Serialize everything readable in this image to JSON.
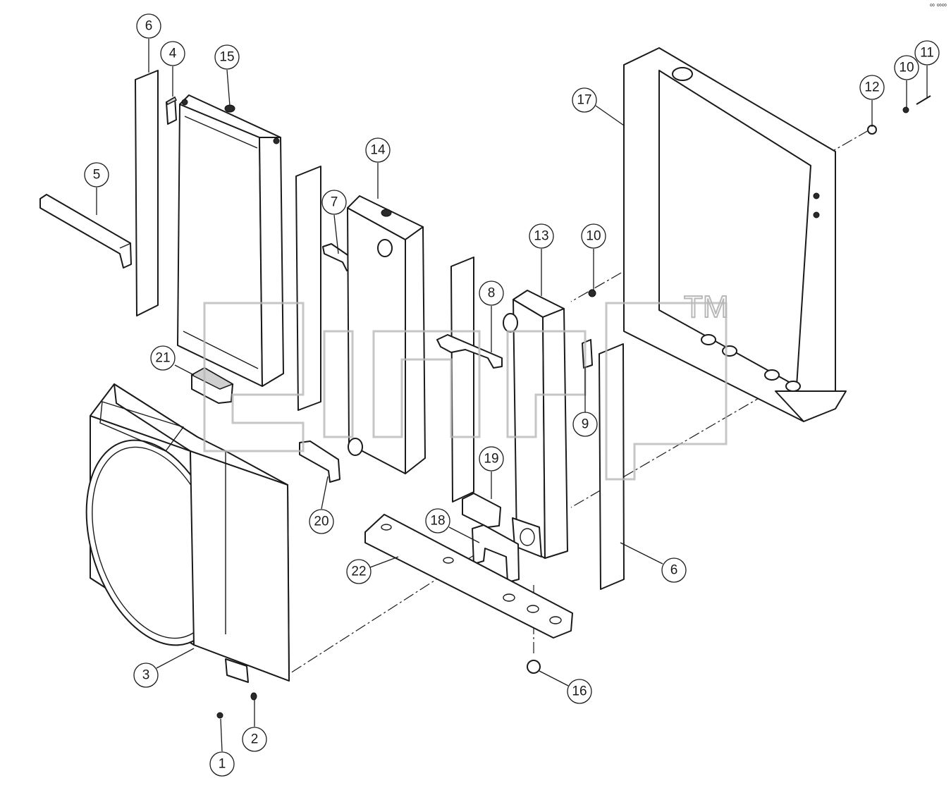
{
  "diagram": {
    "callouts": [
      {
        "id": "c6a",
        "label": "6"
      },
      {
        "id": "c4",
        "label": "4"
      },
      {
        "id": "c15",
        "label": "15"
      },
      {
        "id": "c5",
        "label": "5"
      },
      {
        "id": "c14",
        "label": "14"
      },
      {
        "id": "c7",
        "label": "7"
      },
      {
        "id": "c13",
        "label": "13"
      },
      {
        "id": "c10a",
        "label": "10"
      },
      {
        "id": "c17",
        "label": "17"
      },
      {
        "id": "c12",
        "label": "12"
      },
      {
        "id": "c10b",
        "label": "10"
      },
      {
        "id": "c11",
        "label": "11"
      },
      {
        "id": "c8",
        "label": "8"
      },
      {
        "id": "c9",
        "label": "9"
      },
      {
        "id": "c21",
        "label": "21"
      },
      {
        "id": "c20",
        "label": "20"
      },
      {
        "id": "c19",
        "label": "19"
      },
      {
        "id": "c18",
        "label": "18"
      },
      {
        "id": "c22",
        "label": "22"
      },
      {
        "id": "c6b",
        "label": "6"
      },
      {
        "id": "c3",
        "label": "3"
      },
      {
        "id": "c16",
        "label": "16"
      },
      {
        "id": "c2",
        "label": "2"
      },
      {
        "id": "c1",
        "label": "1"
      }
    ],
    "watermark": {
      "trademark": "TM"
    },
    "corner_text": "∞ ∞∞"
  }
}
